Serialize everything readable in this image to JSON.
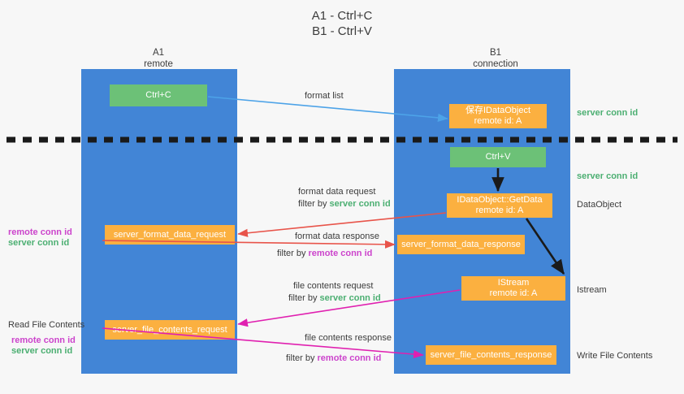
{
  "title": {
    "line1": "A1 - Ctrl+C",
    "line2": "B1 - Ctrl+V"
  },
  "lanes": [
    {
      "name": "A1",
      "sub": "remote"
    },
    {
      "name": "B1",
      "sub": "connection"
    }
  ],
  "nodes": {
    "ctrl_c": {
      "line1": "Ctrl+C",
      "line2": ""
    },
    "save_idataobject": {
      "line1": "保存IDataObject",
      "line2": "remote id: A"
    },
    "ctrl_v": {
      "line1": "Ctrl+V",
      "line2": ""
    },
    "getdata": {
      "line1": "IDataObject::GetData",
      "line2": "remote id: A"
    },
    "istream": {
      "line1": "IStream",
      "line2": "remote id: A"
    },
    "server_format_data_request": {
      "line1": "server_format_data_request"
    },
    "server_format_data_response": {
      "line1": "server_format_data_response"
    },
    "server_file_contents_request": {
      "line1": "server_file_contents_request"
    },
    "server_file_contents_response": {
      "line1": "server_file_contents_response"
    }
  },
  "edge_labels": {
    "format_list": "format list",
    "format_data_request": "format data request",
    "format_data_request_filter_prefix": "filter by ",
    "format_data_request_filter_key": "server conn id",
    "format_data_response": "format data response",
    "format_data_response_filter_prefix": "filter by ",
    "format_data_response_filter_key": "remote conn id",
    "file_contents_request": "file contents request",
    "file_contents_request_filter_prefix": "filter by ",
    "file_contents_request_filter_key": "server conn id",
    "file_contents_response": "file contents response",
    "file_contents_response_filter_prefix": "filter by ",
    "file_contents_response_filter_key": "remote conn id"
  },
  "right_labels": {
    "server_conn_id_top": "server conn id",
    "server_conn_id_mid": "server conn id",
    "dataobject": "DataObject",
    "istream": "Istream",
    "write_file_contents": "Write File Contents"
  },
  "left_labels": {
    "remote_conn_id_1": "remote conn id",
    "server_conn_id_1": "server conn id",
    "read_file_contents": "Read File Contents",
    "remote_conn_id_2": "remote conn id",
    "server_conn_id_2": "server conn id"
  },
  "colors": {
    "lane": "#4285d6",
    "node_orange": "#fbb040",
    "node_green": "#6cc177",
    "text_green": "#4caf72",
    "text_magenta": "#cc44cc",
    "arrow_blue": "#4da3e8",
    "arrow_red": "#e8544a",
    "arrow_magenta": "#e020b0",
    "arrow_black": "#1a1a1a",
    "divider": "#1a1a1a"
  }
}
